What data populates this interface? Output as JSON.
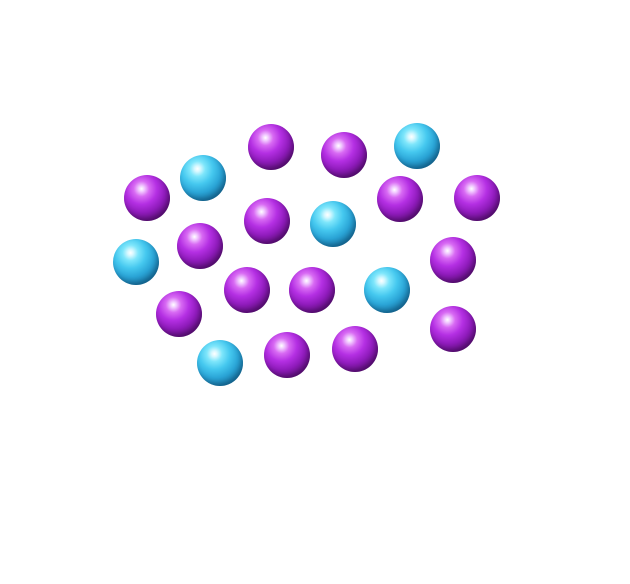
{
  "colors": {
    "background": "#ffffff",
    "purple_sphere": "#a726d6",
    "cyan_sphere": "#45c8ef"
  },
  "spheres": [
    {
      "color": "purple"
    },
    {
      "color": "purple"
    },
    {
      "color": "cyan"
    },
    {
      "color": "purple"
    },
    {
      "color": "cyan"
    },
    {
      "color": "purple"
    },
    {
      "color": "purple"
    },
    {
      "color": "purple"
    },
    {
      "color": "cyan"
    },
    {
      "color": "cyan"
    },
    {
      "color": "purple"
    },
    {
      "color": "purple"
    },
    {
      "color": "purple"
    },
    {
      "color": "purple"
    },
    {
      "color": "cyan"
    },
    {
      "color": "purple"
    },
    {
      "color": "purple"
    },
    {
      "color": "cyan"
    },
    {
      "color": "purple"
    },
    {
      "color": "purple"
    },
    {
      "color": "purple"
    }
  ]
}
